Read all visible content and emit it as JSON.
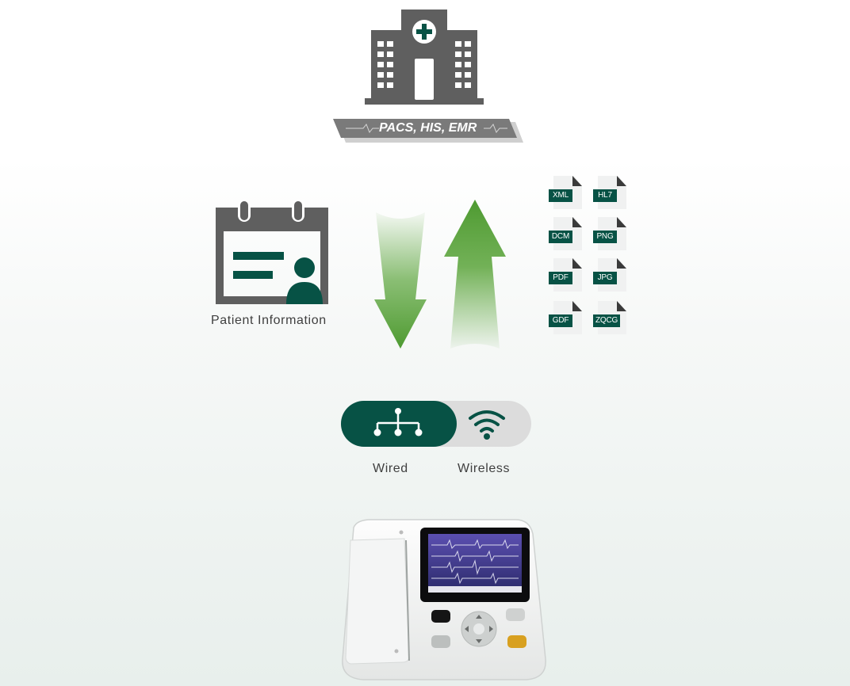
{
  "hospital": {
    "icon": "hospital-icon",
    "banner_text": "PACS, HIS, EMR"
  },
  "patient": {
    "icon": "patient-calendar-icon",
    "label": "Patient Information"
  },
  "arrows": {
    "down_icon": "arrow-down-icon",
    "up_icon": "arrow-up-icon",
    "color": "#5aa43a"
  },
  "file_formats": [
    "XML",
    "HL7",
    "DCM",
    "PNG",
    "PDF",
    "JPG",
    "GDF",
    "ZQCG"
  ],
  "connection": {
    "wired_label": "Wired",
    "wireless_label": "Wireless",
    "wired_icon": "network-topology-icon",
    "wireless_icon": "wifi-icon",
    "active": "Wired"
  },
  "device": {
    "icon": "ecg-machine-icon"
  },
  "colors": {
    "brand_dark": "#075245",
    "icon_gray": "#5f5f5f",
    "switch_off": "#dcdcdc",
    "arrow_green": "#5aa43a"
  }
}
